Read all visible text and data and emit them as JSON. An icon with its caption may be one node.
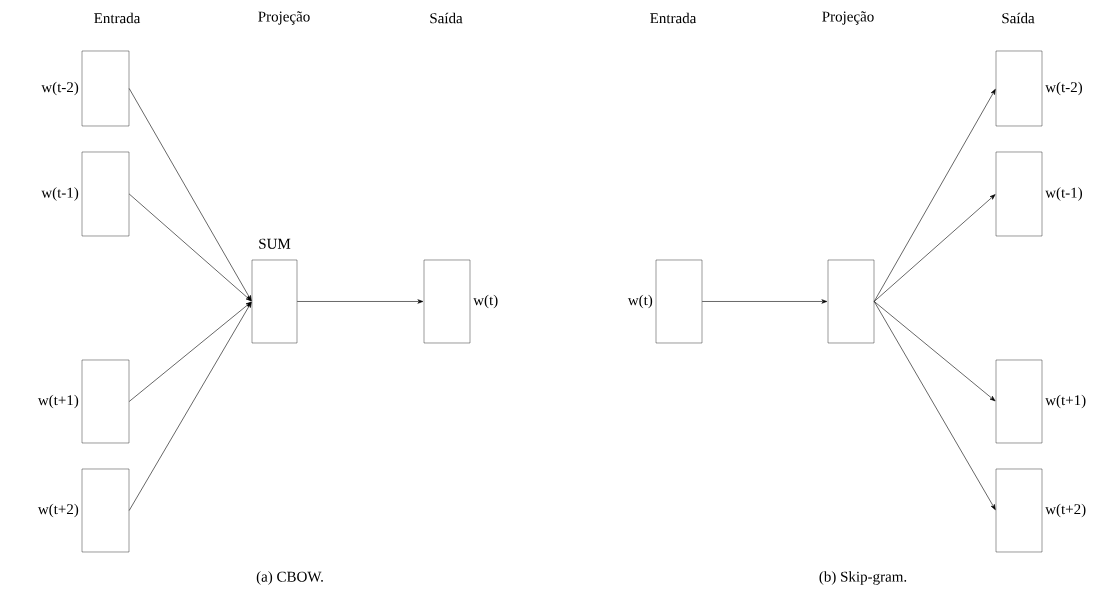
{
  "diagram": {
    "nodes": [
      {
        "text": [],
        "shape": "box",
        "beside": [
          "w(t-2)"
        ]
      },
      {
        "text": [],
        "shape": "box",
        "beside": [
          "w(t-1)"
        ]
      },
      {
        "text": [],
        "shape": "box",
        "beside": [
          "w(t+1)"
        ]
      },
      {
        "text": [],
        "shape": "box",
        "beside": [
          "w(t+2)"
        ]
      },
      {
        "text": [],
        "shape": "box",
        "beside": [
          "SUM"
        ]
      },
      {
        "text": [],
        "shape": "box",
        "beside": [
          "w(t)"
        ]
      },
      {
        "text": [],
        "shape": "box",
        "beside": [
          "w(t)"
        ]
      },
      {
        "text": [],
        "shape": "box"
      },
      {
        "text": [],
        "shape": "box",
        "beside": [
          "w(t-2)"
        ]
      },
      {
        "text": [],
        "shape": "box",
        "beside": [
          "w(t-1)"
        ]
      },
      {
        "text": [],
        "shape": "box",
        "beside": [
          "w(t+1)"
        ]
      },
      {
        "text": [],
        "shape": "box",
        "beside": [
          "w(t+2)"
        ]
      }
    ],
    "edges": [
      {
        "from": 0,
        "to": 4,
        "arrow": "to"
      },
      {
        "from": 1,
        "to": 4,
        "arrow": "to"
      },
      {
        "from": 2,
        "to": 4,
        "arrow": "to"
      },
      {
        "from": 3,
        "to": 4,
        "arrow": "to"
      },
      {
        "from": 4,
        "to": 5,
        "arrow": "to"
      },
      {
        "from": 6,
        "to": 7,
        "arrow": "to"
      },
      {
        "from": 7,
        "to": 8,
        "arrow": "to"
      },
      {
        "from": 7,
        "to": 9,
        "arrow": "to"
      },
      {
        "from": 7,
        "to": 10,
        "arrow": "to"
      },
      {
        "from": 7,
        "to": 11,
        "arrow": "to"
      }
    ],
    "labels": [
      "Entrada",
      "Projeção",
      "Saída",
      "Entrada",
      "Projeção",
      "Saída",
      "(a) CBOW.",
      "(b) Skip-gram."
    ]
  }
}
